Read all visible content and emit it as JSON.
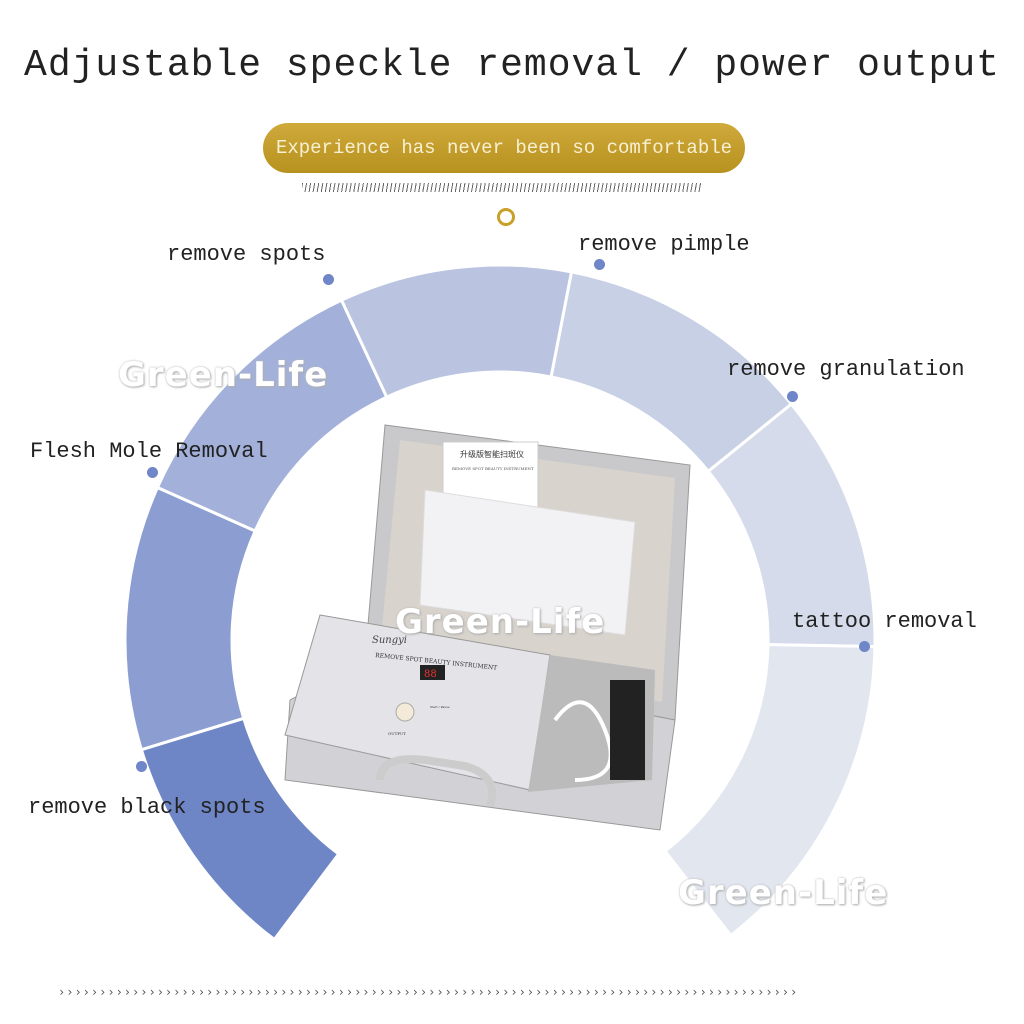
{
  "title": "Adjustable speckle removal / power output",
  "banner": "Experience has never been so comfortable",
  "labels": {
    "remove_spots": "remove spots",
    "remove_pimple": "remove pimple",
    "remove_granulation": "remove granulation",
    "flesh_mole": "Flesh Mole Removal",
    "tattoo": "tattoo removal",
    "black_spots": "remove black spots"
  },
  "watermark": "Green-Life",
  "device": {
    "brand": "Sungyi",
    "panel_title": "REMOVE SPOT BEAUTY INSTRUMENT",
    "display": "88",
    "button_label": "Start / Pause",
    "output_label": "OUTPUT",
    "card_title": "升级版智能扫斑仪",
    "card_subtitle": "REMOVE SPOT BEAUTY INSTRUMENT"
  },
  "segment_colors": [
    "#6f86c6",
    "#8b9dd1",
    "#a3b1da",
    "#bac4e1",
    "#c8d0e6",
    "#d5dbeb",
    "#e2e6ef"
  ],
  "bottom_arrows": "››››››››››››››››››››››››››››››››››››››››››››››››››››››››››››››››››››››››››››››››››››››››››"
}
